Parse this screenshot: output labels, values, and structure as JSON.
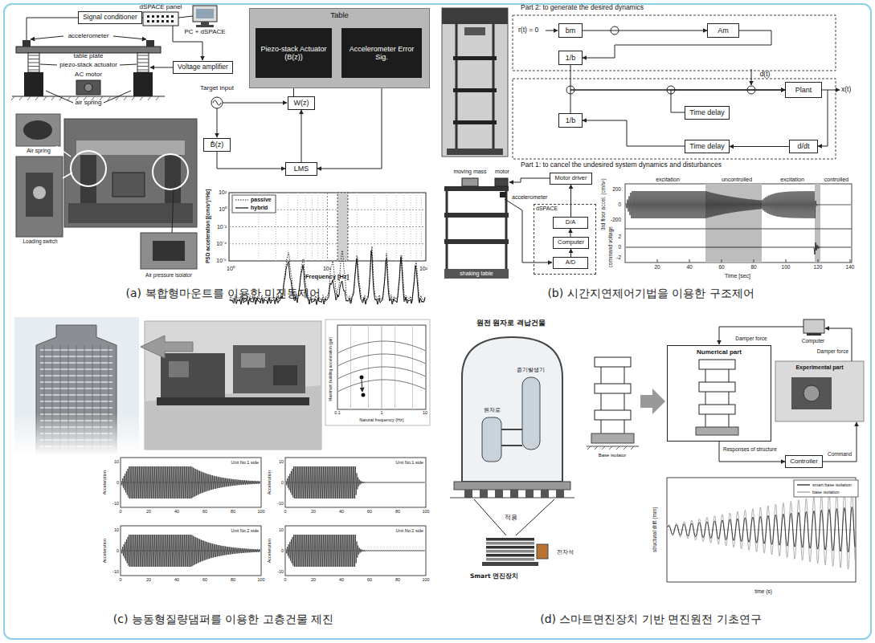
{
  "diagram": {
    "nodes": [
      {
        "text": [
          "Signal conditioner"
        ]
      },
      {
        "text": [
          "Voltage amplifier"
        ]
      },
      {
        "text": [
          "Table"
        ]
      },
      {
        "text": [
          "Piezo-stack Actuator (B(z))"
        ],
        "in": 2
      },
      {
        "text": [
          "Accelerometer Error Sig."
        ],
        "in": 2
      },
      {
        "text": [
          "W(z)"
        ]
      },
      {
        "text": [
          "B̂(z)"
        ]
      },
      {
        "text": [
          "LMS"
        ]
      },
      {
        "text": [
          "bm"
        ]
      },
      {
        "text": [
          "Am"
        ]
      },
      {
        "text": [
          "1/b"
        ]
      },
      {
        "text": [
          "Plant"
        ]
      },
      {
        "text": [
          "Time delay"
        ]
      },
      {
        "text": [
          "Time delay"
        ]
      },
      {
        "text": [
          "d/dt"
        ]
      },
      {
        "text": [
          "1/b"
        ]
      },
      {
        "text": [
          "Motor driver"
        ]
      },
      {
        "text": [
          "dSPACE"
        ]
      },
      {
        "text": [
          "D/A"
        ],
        "in": 17
      },
      {
        "text": [
          "Computer"
        ],
        "in": 17
      },
      {
        "text": [
          "A/D"
        ],
        "in": 17
      },
      {
        "text": [
          "Numerical part"
        ]
      },
      {
        "text": [
          "Controller"
        ]
      }
    ],
    "edges": [
      {
        "from": 5,
        "to": 3,
        "arrow": "to"
      },
      {
        "from": 6,
        "to": 7,
        "arrow": "to"
      },
      {
        "from": 4,
        "to": 7,
        "arrow": "to"
      },
      {
        "from": 7,
        "to": 5,
        "arrow": "to"
      },
      {
        "from": 8,
        "to": 9,
        "arrow": "to"
      },
      {
        "from": 9,
        "to": 10,
        "arrow": "to"
      },
      {
        "from": 10,
        "to": 11,
        "arrow": "to"
      },
      {
        "from": 12,
        "to": 11,
        "arrow": "to"
      },
      {
        "from": 11,
        "to": 14,
        "arrow": "to"
      },
      {
        "from": 14,
        "to": 13,
        "arrow": "to"
      },
      {
        "from": 13,
        "to": 15,
        "arrow": "to"
      },
      {
        "from": 15,
        "to": 11,
        "arrow": "to"
      },
      {
        "from": 18,
        "to": 16,
        "arrow": "to"
      },
      {
        "from": 19,
        "to": 18,
        "arrow": "to"
      },
      {
        "from": 20,
        "to": 19,
        "arrow": "to"
      },
      {
        "from": 21,
        "to": 22,
        "label": "Responses of structure",
        "arrow": "to"
      }
    ],
    "labels": [
      "dSPACE panel",
      "PC + dSPACE",
      "accelerometer",
      "table plate",
      "piezo-stack actuator",
      "AC motor",
      "air spring",
      "Target input",
      "Air spring",
      "Loading switch",
      "Air pressure isolator",
      "10²",
      "10⁰",
      "10⁻²",
      "10⁻⁴",
      "10⁻⁶",
      "10⁰",
      "10¹",
      "10²",
      "Frequency [Hz]",
      "PSD acceleration [(cm/s²)²/Hz]",
      "Part 2: to generate the desired dynamics",
      "r(t) = 0",
      "d(t)",
      "x(t)",
      "Part 1: to cancel the undesired system dynamics and disturbances",
      "moving mass",
      "motor",
      "accelerometer",
      "shaking table",
      "excitation",
      "uncontrolled",
      "excitation",
      "controlled",
      "200",
      "0",
      "-200",
      "2",
      "0",
      "-2",
      "3rd floor accel. (cm/s²)",
      "command voltage",
      "20",
      "40",
      "60",
      "80",
      "100",
      "120",
      "140",
      "Time [sec]",
      "Natural frequency (Hz)",
      "Maximum building acceleration (gal)",
      "0.1",
      "1",
      "10",
      "Unit No.1 side",
      "Acceleration",
      "10",
      "0",
      "-10",
      "0",
      "20",
      "40",
      "60",
      "80",
      "100",
      "Unit No.1 side",
      "Acceleration",
      "10",
      "0",
      "-10",
      "0",
      "20",
      "40",
      "60",
      "80",
      "100",
      "Unit No.2 side",
      "Acceleration",
      "10",
      "0",
      "-10",
      "0",
      "20",
      "40",
      "60",
      "80",
      "100",
      "Unit No.2 side",
      "Acceleration",
      "10",
      "0",
      "-10",
      "0",
      "20",
      "40",
      "60",
      "80",
      "100",
      "원전 원자로 격납건물",
      "증기발생기",
      "원자로",
      "적용",
      "Smart 면진장치",
      "전자석",
      "Base isolator",
      "Computer",
      "Damper force",
      "Damper force",
      "Experimental part",
      "Command",
      "time (s)",
      "structural drift (mm)",
      "(a) 복합형마운트를 이용한 미진동제어",
      "(b) 시간지연제어기법을 이용한 구조제어",
      "(c) 능동형질량댐퍼를 이용한 고층건물 제진",
      "(d) 스마트면진장치 기반 면진원전 기초연구"
    ],
    "legend": [
      {
        "text": "passive"
      },
      {
        "text": "hybrid"
      },
      {
        "text": "smart base isolation"
      },
      {
        "text": "base isolation"
      }
    ]
  }
}
